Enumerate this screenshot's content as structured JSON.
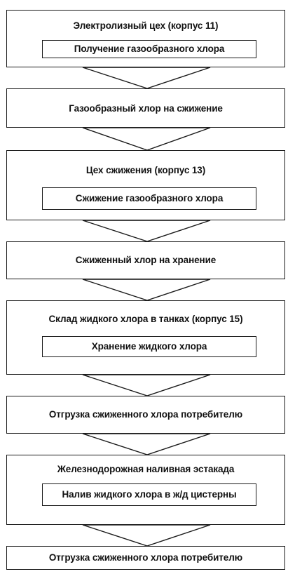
{
  "blocks": {
    "b1": {
      "title": "Электролизный цех (корпус 11)",
      "inner": "Получение газообразного хлора"
    },
    "b2": {
      "title": "Газообразный хлор на сжижение"
    },
    "b3": {
      "title": "Цех сжижения (корпус 13)",
      "inner": "Сжижение газообразного хлора"
    },
    "b4": {
      "title": "Сжиженный хлор на хранение"
    },
    "b5": {
      "title": "Склад жидкого хлора в танках (корпус 15)",
      "inner": "Хранение жидкого хлора"
    },
    "b6": {
      "title": "Отгрузка сжиженного хлора потребителю"
    },
    "b7": {
      "title": "Железнодорожная наливная эстакада",
      "inner": "Налив жидкого хлора в ж/д цистерны"
    },
    "b8": {
      "title": "Отгрузка сжиженного хлора потребителю"
    }
  }
}
